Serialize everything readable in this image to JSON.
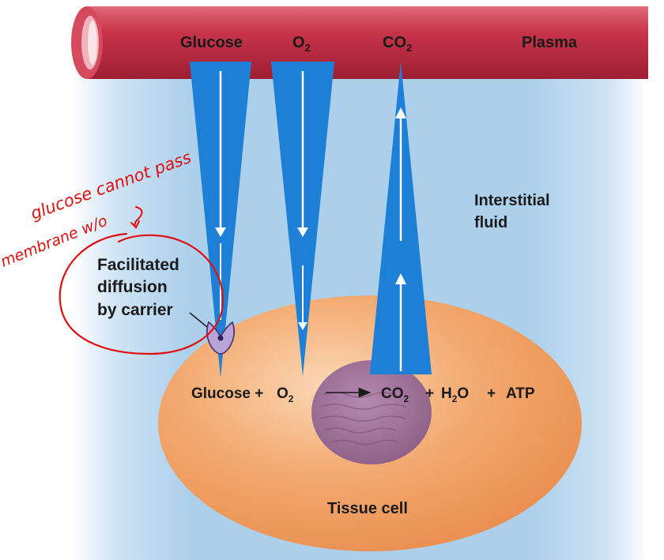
{
  "labels": {
    "plasma": "Plasma",
    "glucose_top": "Glucose",
    "o2_top_base": "O",
    "o2_top_sub": "2",
    "co2_top_base": "CO",
    "co2_top_sub": "2",
    "interstitial_line1": "Interstitial",
    "interstitial_line2": "fluid",
    "facilitated_line1": "Facilitated",
    "facilitated_line2": "diffusion",
    "facilitated_line3": "by carrier",
    "tissue_cell": "Tissue cell"
  },
  "equation": {
    "glucose": "Glucose +",
    "o2_base": "O",
    "o2_sub": "2",
    "co2_base": "CO",
    "co2_sub": "2",
    "plus1": "+",
    "h2o_h": "H",
    "h2o_sub": "2",
    "h2o_o": "O",
    "plus2": "+",
    "atp": "ATP"
  },
  "annotation": {
    "line1": "glucose cannot pass",
    "line2": "membrane w/o"
  },
  "colors": {
    "plasma": "#c8344a",
    "gradient_blue": "#1e7fd6",
    "fluid": "#a9cdea",
    "cell": "#f0a368",
    "nucleus": "#9a6d8f",
    "annotation": "#e01010"
  }
}
